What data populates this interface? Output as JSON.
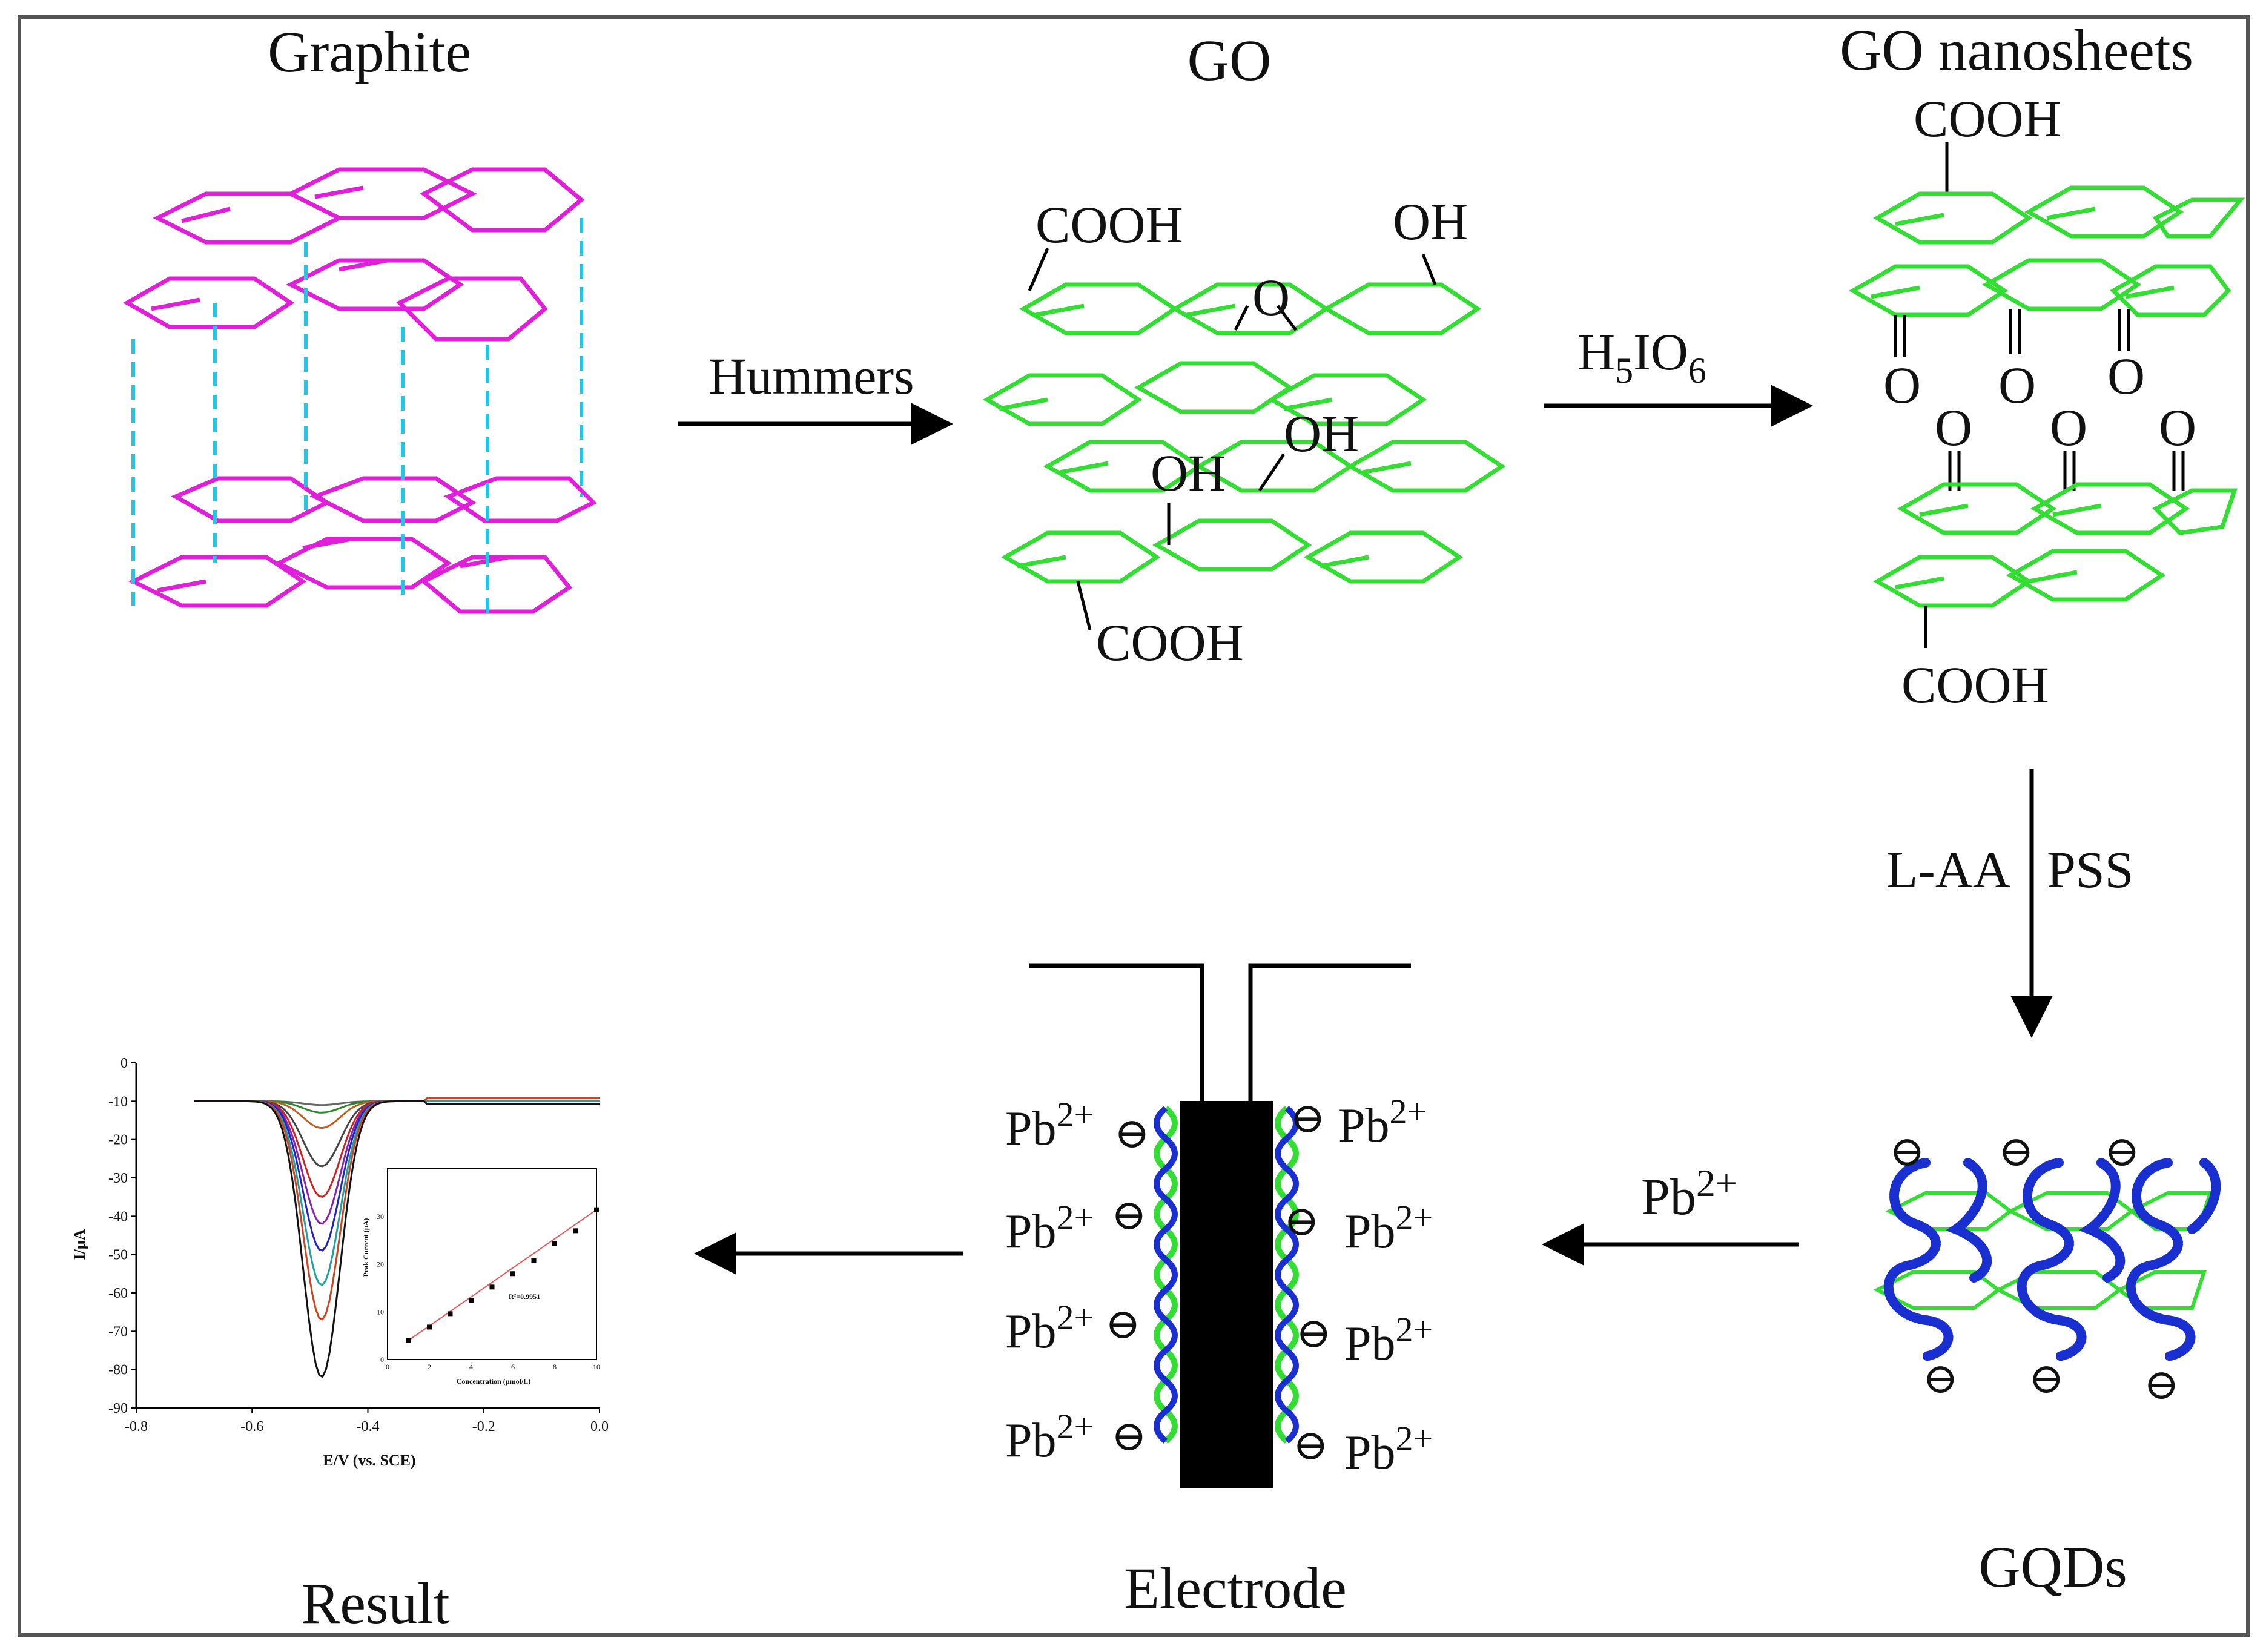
{
  "stages": {
    "graphite": "Graphite",
    "go": "GO",
    "go_nanosheets": "GO nanosheets",
    "gqds": "GQDs",
    "electrode": "Electrode",
    "result": "Result"
  },
  "steps": {
    "hummers": "Hummers",
    "periodic_acid_main": "H",
    "periodic_acid_sub1": "5",
    "periodic_acid_mid": "IO",
    "periodic_acid_sub2": "6",
    "reduce_label_a": "L-AA",
    "reduce_label_b": "PSS",
    "lead_base": "Pb",
    "lead_sup": "2+"
  },
  "groups": {
    "cooh": "COOH",
    "oh": "OH",
    "epoxy_o": "O",
    "carbonyl_o": "O",
    "negative": "⊖"
  },
  "colors": {
    "graphite": "#e020d8",
    "interlayer": "#22c6e6",
    "go": "#33dd33",
    "polymer": "#1a2fd0",
    "electrode": "#000000",
    "arrow": "#000000"
  },
  "chart_data": {
    "type": "line",
    "xlabel": "E/V (vs. SCE)",
    "ylabel": "I/µA",
    "xlim": [
      -0.8,
      0.0
    ],
    "ylim": [
      -90,
      0
    ],
    "x_ticks": [
      "-0.8",
      "-0.6",
      "-0.4",
      "-0.2",
      "0.0"
    ],
    "y_ticks": [
      "0",
      "-10",
      "-20",
      "-30",
      "-40",
      "-50",
      "-60",
      "-70",
      "-80",
      "-90"
    ],
    "peak_potential": -0.48,
    "baseline": -10,
    "series": [
      {
        "color": "#666666",
        "peak": -11
      },
      {
        "color": "#2a8a2a",
        "peak": -13
      },
      {
        "color": "#c06020",
        "peak": -17
      },
      {
        "color": "#444444",
        "peak": -27
      },
      {
        "color": "#cc2222",
        "peak": -35
      },
      {
        "color": "#8822aa",
        "peak": -42
      },
      {
        "color": "#2222cc",
        "peak": -49
      },
      {
        "color": "#20a0a0",
        "peak": -58
      },
      {
        "color": "#cc4422",
        "peak": -67
      },
      {
        "color": "#111111",
        "peak": -82
      }
    ],
    "inset": {
      "type": "scatter",
      "xlabel": "Concentration (µmol/L)",
      "ylabel": "Peak Current (µA)",
      "annotation": "R²=0.9951",
      "xlim": [
        0,
        10
      ],
      "ylim": [
        0,
        40
      ],
      "x_ticks": [
        "0",
        "2",
        "4",
        "6",
        "8",
        "10"
      ],
      "y_ticks": [
        "0",
        "10",
        "20",
        "30"
      ],
      "points": [
        [
          1,
          4
        ],
        [
          2,
          6.8
        ],
        [
          3,
          9.6
        ],
        [
          4,
          12.4
        ],
        [
          5,
          15.2
        ],
        [
          6,
          18
        ],
        [
          7,
          20.8
        ],
        [
          8,
          24.3
        ],
        [
          9,
          27
        ],
        [
          10,
          31.4
        ]
      ]
    }
  }
}
